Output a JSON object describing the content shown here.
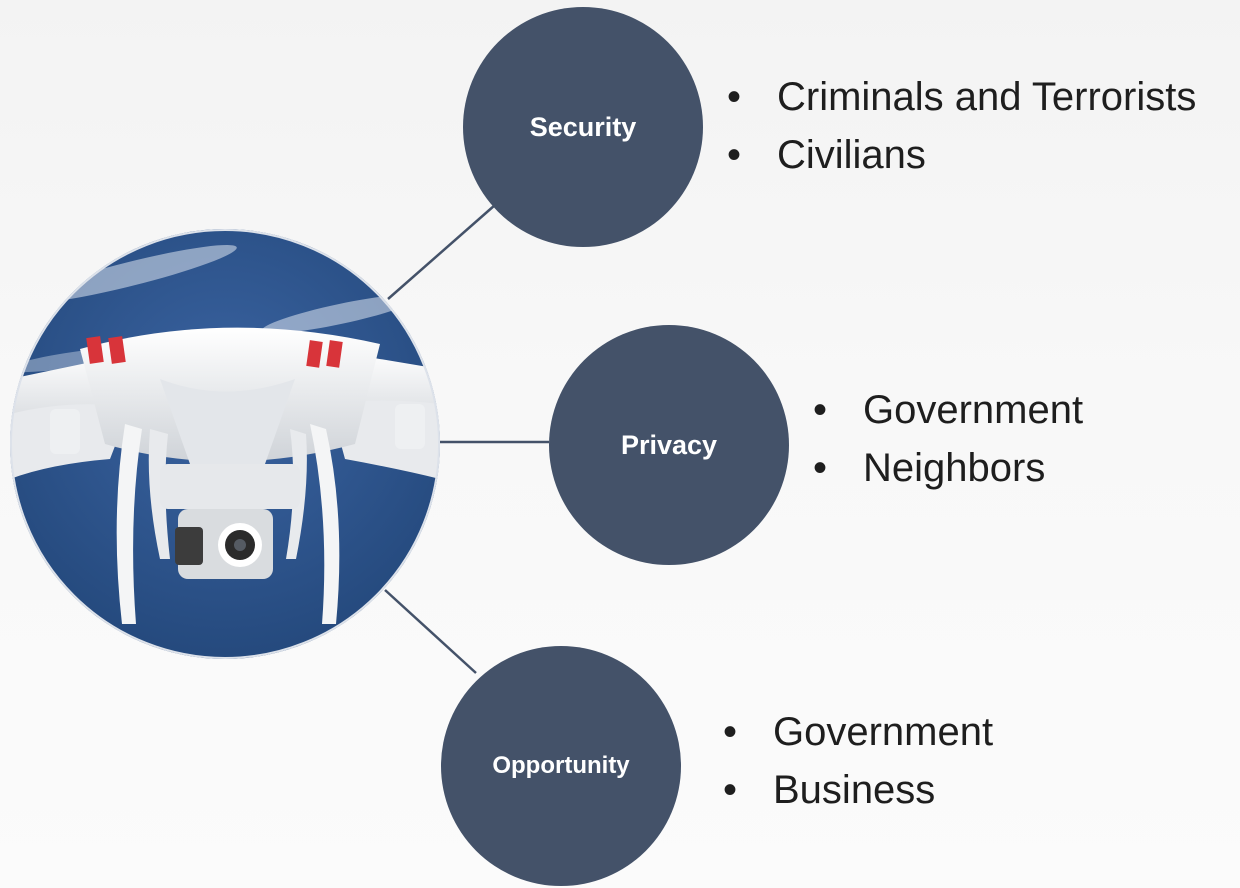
{
  "diagram": {
    "photo_icon": "drone-photo",
    "colors": {
      "node_fill": "#445269",
      "node_text": "#ffffff",
      "connector": "#445269",
      "sky": "#2a4e86"
    },
    "nodes": [
      {
        "label": "Security",
        "bullets": [
          "Criminals and Terrorists",
          "Civilians"
        ]
      },
      {
        "label": "Privacy",
        "bullets": [
          "Government",
          "Neighbors"
        ]
      },
      {
        "label": "Opportunity",
        "bullets": [
          "Government",
          "Business"
        ]
      }
    ]
  }
}
